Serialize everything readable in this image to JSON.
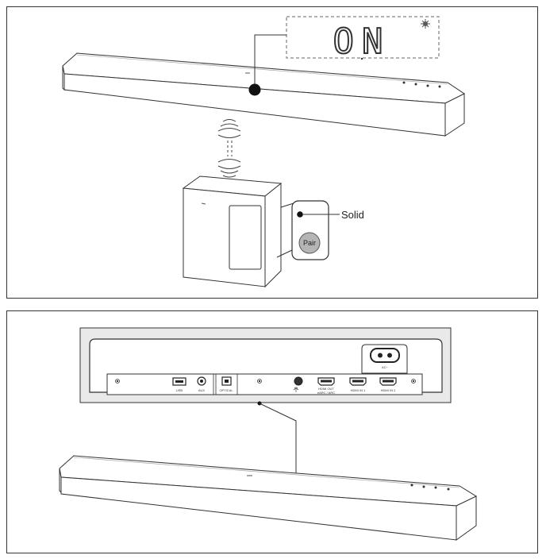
{
  "top_panel": {
    "display_text": "ON",
    "indicator_label": "Solid",
    "pair_button_label": "Pair"
  },
  "bottom_panel": {
    "ports": {
      "usb": "USB",
      "aux": "AUX",
      "optical": "OPTICAL",
      "hdmi_out": "HDMI OUT",
      "hdmi_out_sub": "eARC / ARC",
      "hdmi_in1": "HDMI IN 1",
      "hdmi_in2": "HDMI IN 2",
      "ac": "AC~"
    }
  },
  "colors": {
    "line": "#333333",
    "display_border": "#999999",
    "pair_button": "#b5b5b5"
  }
}
